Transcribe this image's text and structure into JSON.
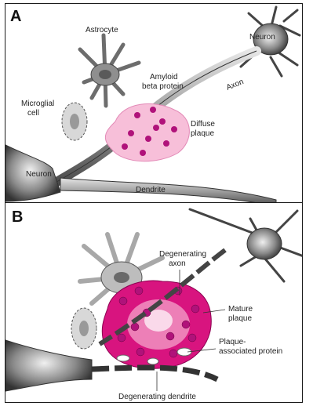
{
  "panel_a": {
    "letter": "A",
    "labels": {
      "astrocyte": "Astrocyte",
      "neuron_top": "Neuron",
      "amyloid_1": "Amyloid",
      "amyloid_2": "beta protein",
      "axon": "Axon",
      "microglial_1": "Microglial",
      "microglial_2": "cell",
      "diffuse_1": "Diffuse",
      "diffuse_2": "plaque",
      "neuron_left": "Neuron",
      "dendrite": "Dendrite"
    }
  },
  "panel_b": {
    "letter": "B",
    "labels": {
      "degen_axon_1": "Degenerating",
      "degen_axon_2": "axon",
      "mature_1": "Mature",
      "mature_2": "plaque",
      "plaque_assoc_1": "Plaque-",
      "plaque_assoc_2": "associated protein",
      "degen_dendrite": "Degenerating dendrite"
    }
  },
  "colors": {
    "neuron_gray": "#7a7a7a",
    "neuron_light": "#d9d9d9",
    "plaque_light": "#f7bfd9",
    "plaque_dark": "#d8147f",
    "dot": "#b0127a"
  }
}
